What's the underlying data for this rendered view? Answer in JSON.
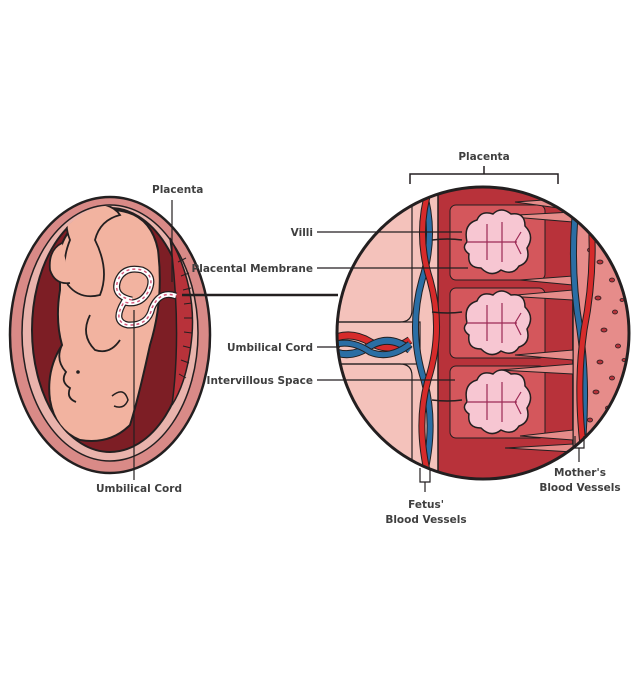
{
  "labels": {
    "placenta_left": "Placenta",
    "umbilical_cord_left": "Umbilical Cord",
    "placenta_top": "Placenta",
    "villi": "Villi",
    "placental_membrane": "Placental Membrane",
    "umbilical_cord_right": "Umbilical Cord",
    "intervillous_space": "Intervillous Space",
    "fetus_vessels_line1": "Fetus'",
    "fetus_vessels_line2": "Blood Vessels",
    "mother_vessels_line1": "Mother's",
    "mother_vessels_line2": "Blood Vessels"
  },
  "colors": {
    "outline": "#231f20",
    "uterus_outer": "#d98a87",
    "uterus_dark": "#7d1e25",
    "fetus_skin": "#f2b3a0",
    "placenta_red": "#b8323a",
    "tissue_pink": "#f4c2bb",
    "artery_red": "#d62b2b",
    "vein_blue": "#2b6ea4",
    "villi_pink": "#f7c6d2",
    "label_text": "#3f3f3f"
  }
}
